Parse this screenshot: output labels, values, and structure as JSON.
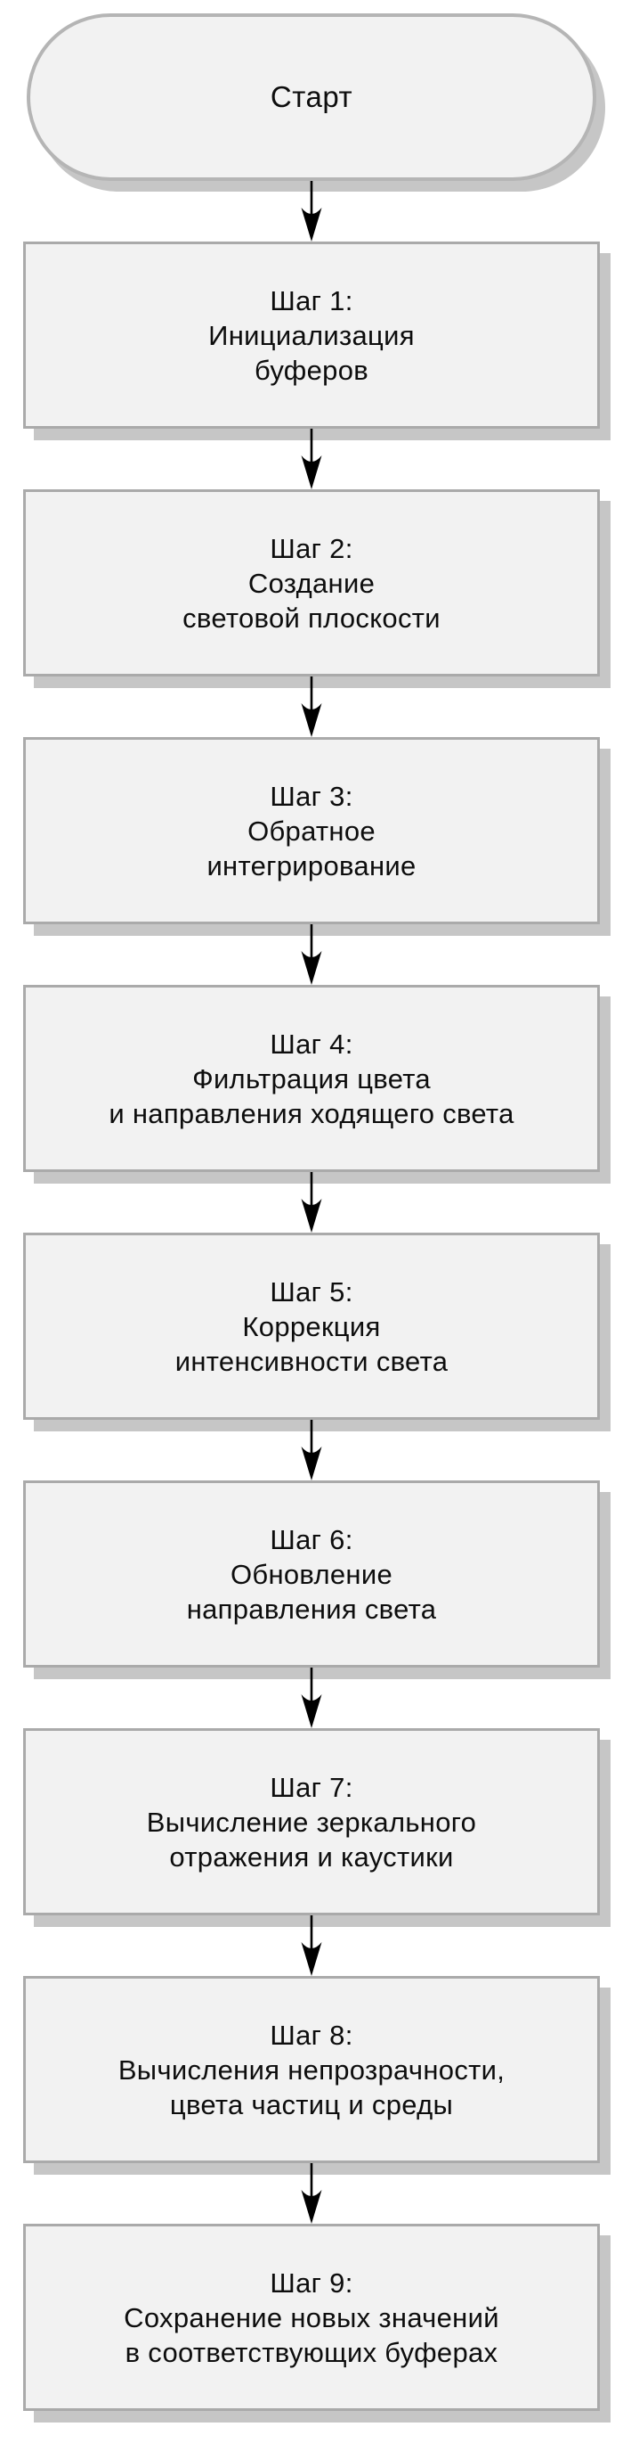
{
  "flowchart": {
    "start": {
      "label": "Старт"
    },
    "steps": [
      {
        "id": 1,
        "text": "Шаг 1:\nИнициализация\nбуферов"
      },
      {
        "id": 2,
        "text": "Шаг 2:\nСоздание\nсветовой плоскости"
      },
      {
        "id": 3,
        "text": "Шаг 3:\nОбратное\nинтегрирование"
      },
      {
        "id": 4,
        "text": "Шаг 4:\nФильтрация цвета\nи направления ходящего света"
      },
      {
        "id": 5,
        "text": "Шаг 5:\nКоррекция\nинтенсивности света"
      },
      {
        "id": 6,
        "text": "Шаг 6:\nОбновление\nнаправления света"
      },
      {
        "id": 7,
        "text": "Шаг 7:\nВычисление зеркального\nотражения и каустики"
      },
      {
        "id": 8,
        "text": "Шаг 8:\nВычисления непрозрачности,\nцвета частиц и среды"
      },
      {
        "id": 9,
        "text": "Шаг 9:\nСохранение новых значений\nв соответствующих буферах"
      }
    ],
    "edges": "sequential-top-to-bottom",
    "colors": {
      "node_fill": "#f2f2f2",
      "node_border": "#aaaaaa",
      "shadow": "#c6c6c6",
      "arrow": "#000000",
      "text": "#0d0d0d",
      "background": "#ffffff"
    }
  }
}
